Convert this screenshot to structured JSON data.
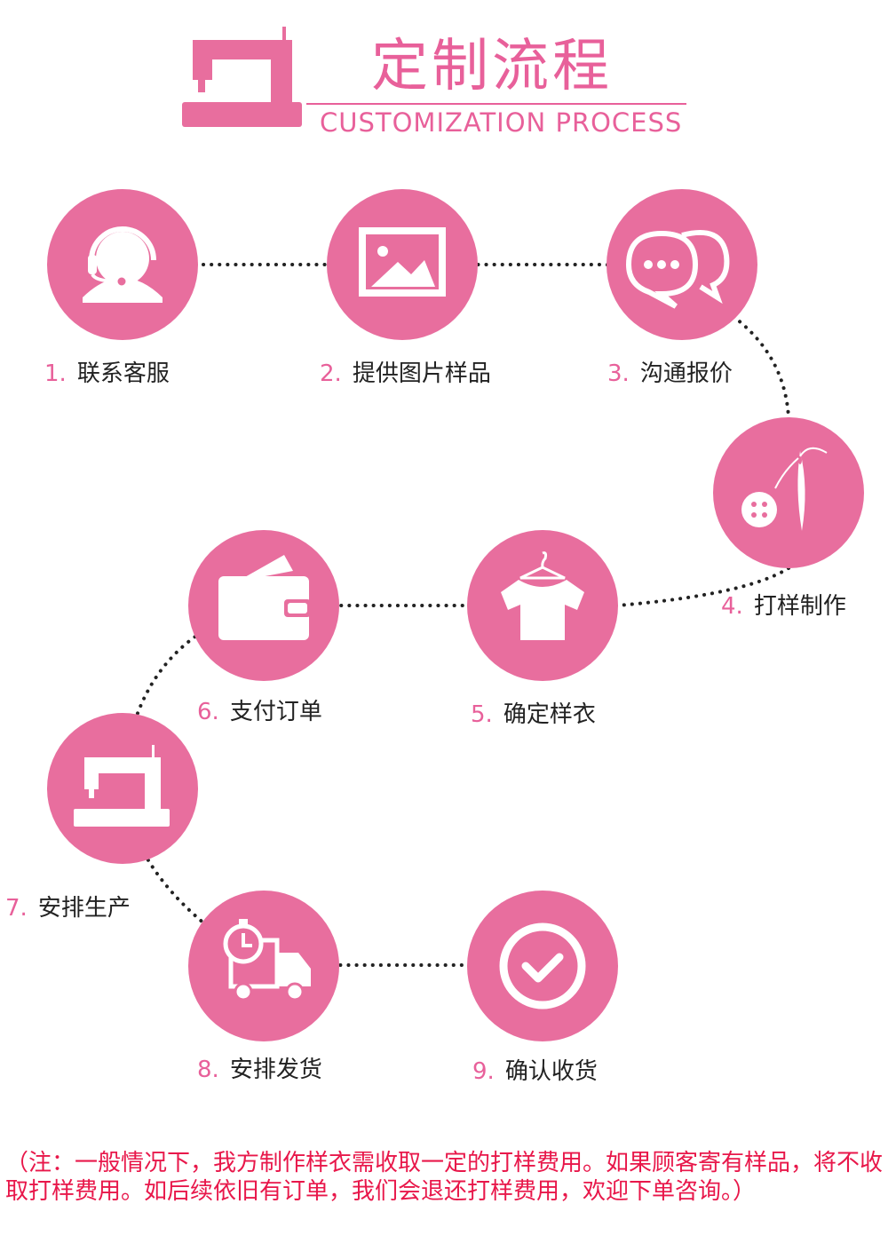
{
  "header": {
    "title_cn": "定制流程",
    "title_en": "CUSTOMIZATION PROCESS",
    "icon": "sewing-machine-icon"
  },
  "colors": {
    "accent": "#e86e9e",
    "title": "#e8609a",
    "note": "#e8174a",
    "text": "#222222"
  },
  "steps": [
    {
      "num": "1.",
      "label": "联系客服",
      "icon": "customer-service-icon"
    },
    {
      "num": "2.",
      "label": "提供图片样品",
      "icon": "image-icon"
    },
    {
      "num": "3.",
      "label": "沟通报价",
      "icon": "chat-bubbles-icon"
    },
    {
      "num": "4.",
      "label": "打样制作",
      "icon": "needle-button-icon"
    },
    {
      "num": "5.",
      "label": "确定样衣",
      "icon": "tshirt-hanger-icon"
    },
    {
      "num": "6.",
      "label": "支付订单",
      "icon": "wallet-icon"
    },
    {
      "num": "7.",
      "label": "安排生产",
      "icon": "sewing-machine-icon"
    },
    {
      "num": "8.",
      "label": "安排发货",
      "icon": "delivery-truck-icon"
    },
    {
      "num": "9.",
      "label": "确认收货",
      "icon": "check-circle-icon"
    }
  ],
  "note": "（注：一般情况下，我方制作样衣需收取一定的打样费用。如果顾客寄有样品，将不收取打样费用。如后续依旧有订单，我们会退还打样费用，欢迎下单咨询。）"
}
